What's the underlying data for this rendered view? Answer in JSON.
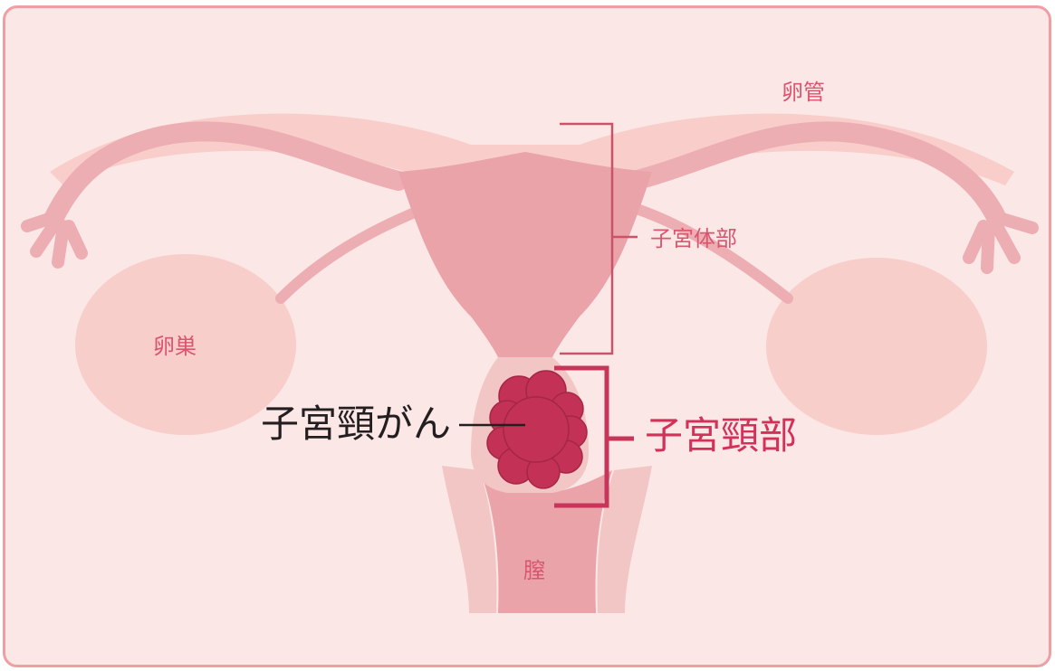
{
  "labels": {
    "oviduct": "卵管",
    "uterine_body": "子宮体部",
    "ovary": "卵巣",
    "cervical_cancer": "子宮頸がん",
    "cervix": "子宮頸部",
    "vagina": "膣"
  },
  "colors": {
    "background": "#fbe7e6",
    "border": "#ee9fa4",
    "tube_light": "#f8cdca",
    "tube": "#ecaeb3",
    "uterus": "#eba3aa",
    "cervix": "#f2c6c4",
    "tumor": "#c33256",
    "bracket_thin": "#c9546a",
    "bracket_thick": "#c8355a",
    "text_small": "#d8566f",
    "text_red": "#d2325a",
    "text_dark": "#231f20"
  }
}
